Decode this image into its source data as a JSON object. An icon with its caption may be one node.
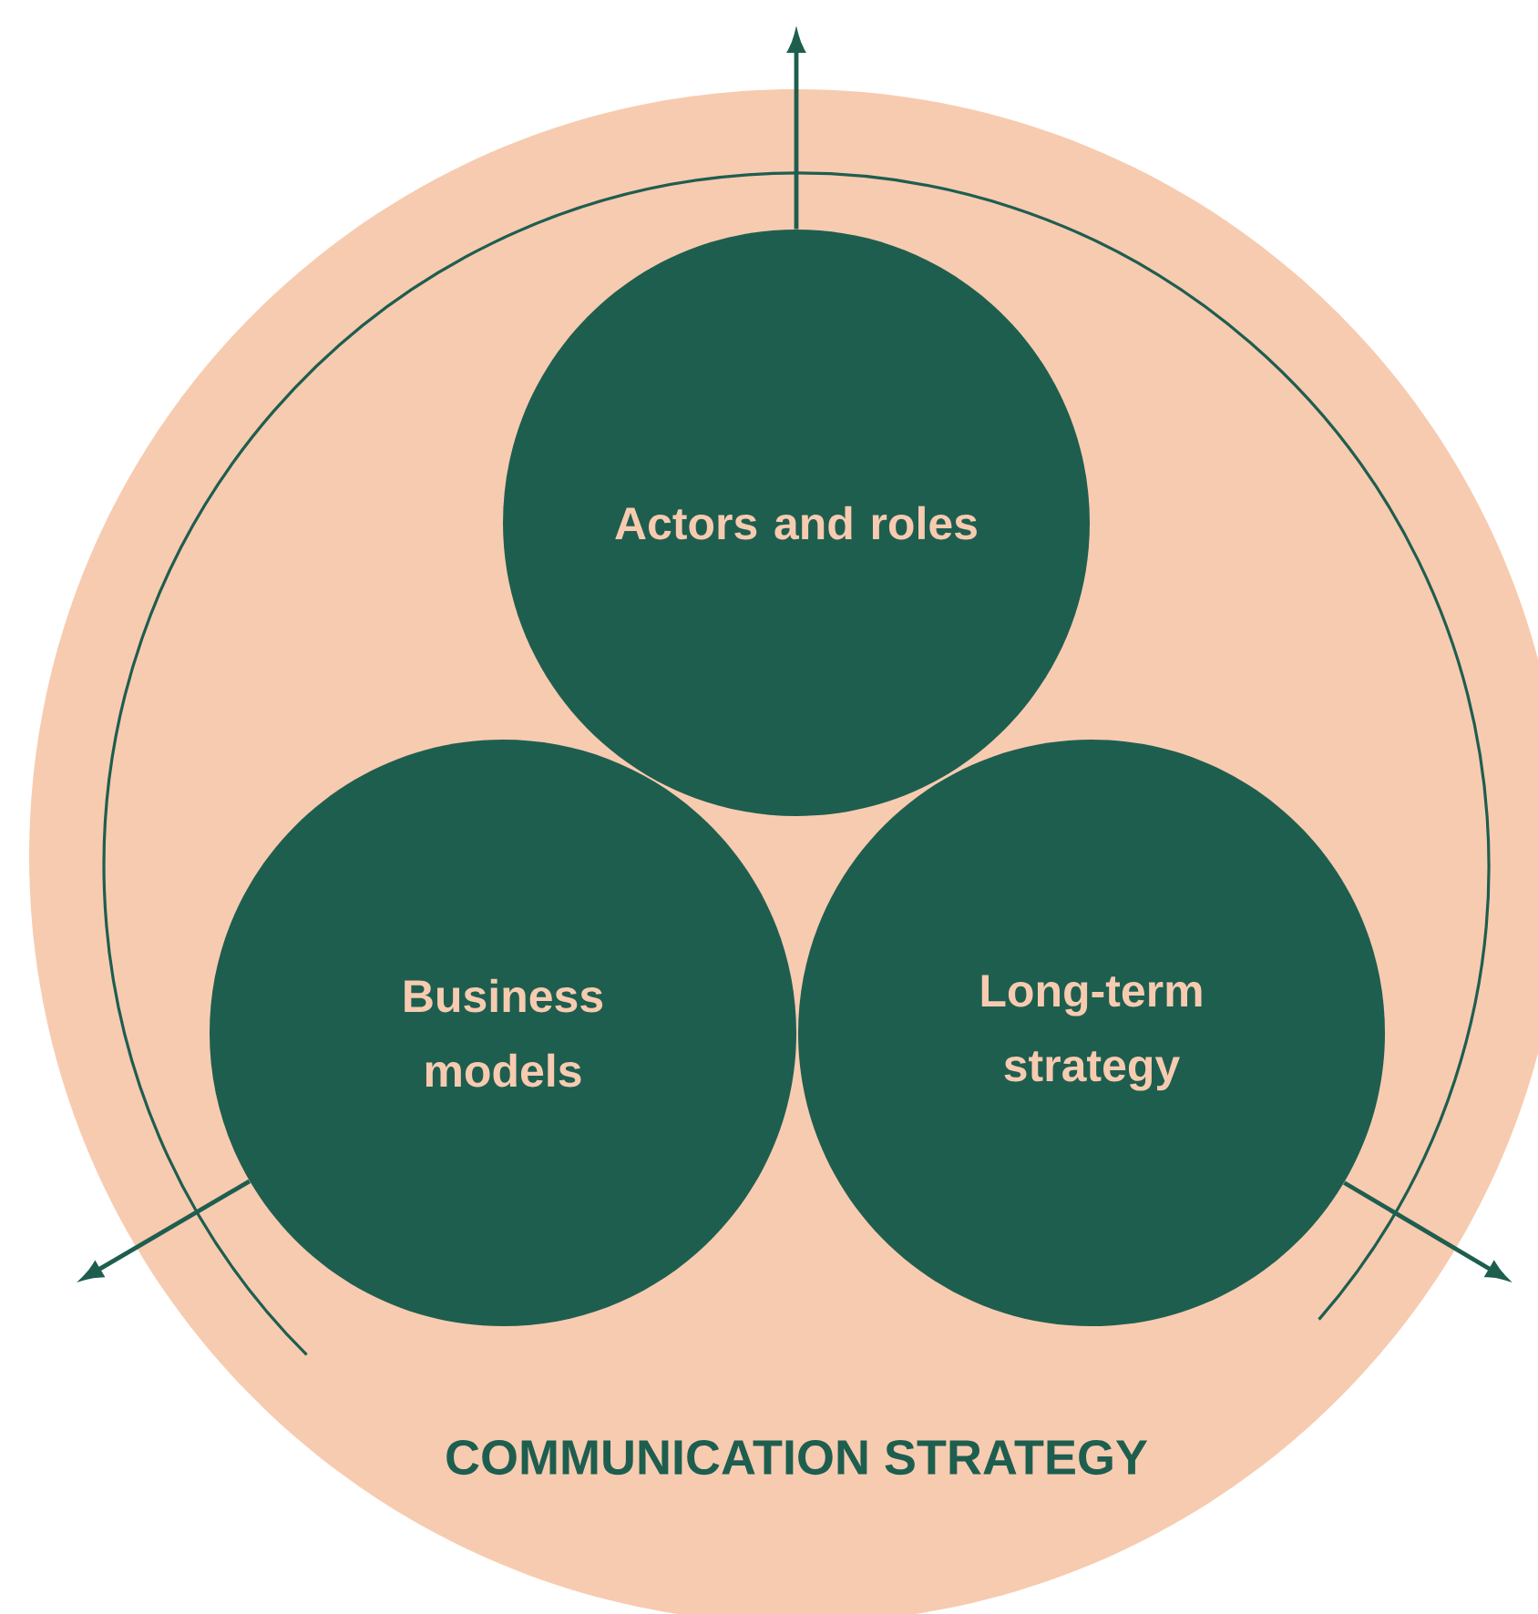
{
  "diagram": {
    "nodes": [
      {
        "text": [
          "COMMUNICATION STRATEGY"
        ]
      },
      {
        "text": [
          "Actors and roles"
        ],
        "in": 0
      },
      {
        "text": [
          "Business models"
        ],
        "in": 0
      },
      {
        "text": [
          "Long-term strategy"
        ],
        "in": 0
      }
    ],
    "edges": [
      {
        "from": 1,
        "to": null,
        "arrow": "to"
      },
      {
        "from": 2,
        "to": null,
        "arrow": "to"
      },
      {
        "from": 3,
        "to": null,
        "arrow": "to"
      }
    ]
  }
}
